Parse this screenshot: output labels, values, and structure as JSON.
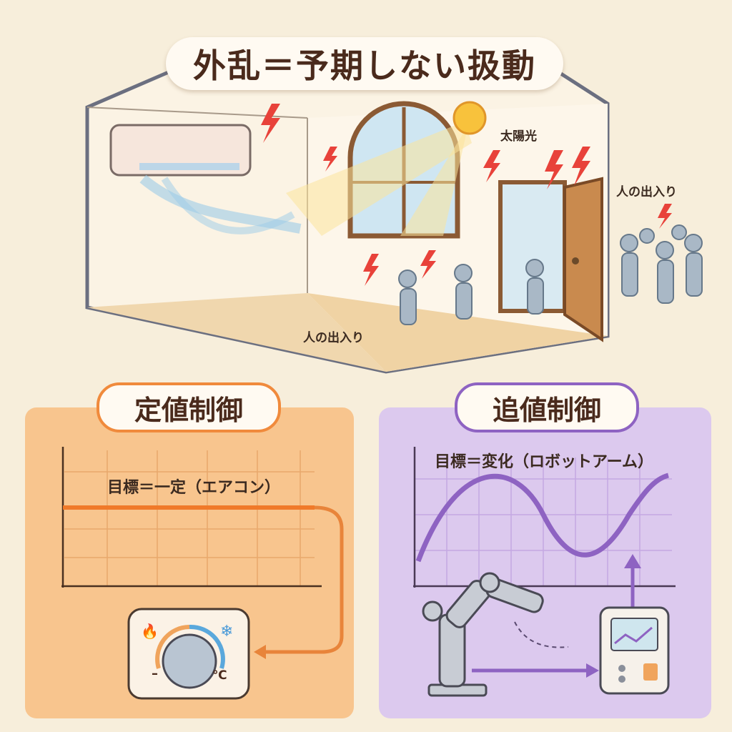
{
  "title": "外乱＝予期しない扱動",
  "scene": {
    "sunlight_label": "太陽光",
    "people_label_door": "人の出入り",
    "people_label_floor": "人の出入り"
  },
  "left_panel": {
    "title": "定値制御",
    "subtitle": "目標＝一定（エアコン）",
    "thermostat": {
      "minus_label": "–",
      "unit_label": "℃"
    },
    "accent": "#f08a3c"
  },
  "right_panel": {
    "title": "追値制御",
    "subtitle": "目標＝変化（ロボットアーム）",
    "accent": "#8e63c2"
  }
}
